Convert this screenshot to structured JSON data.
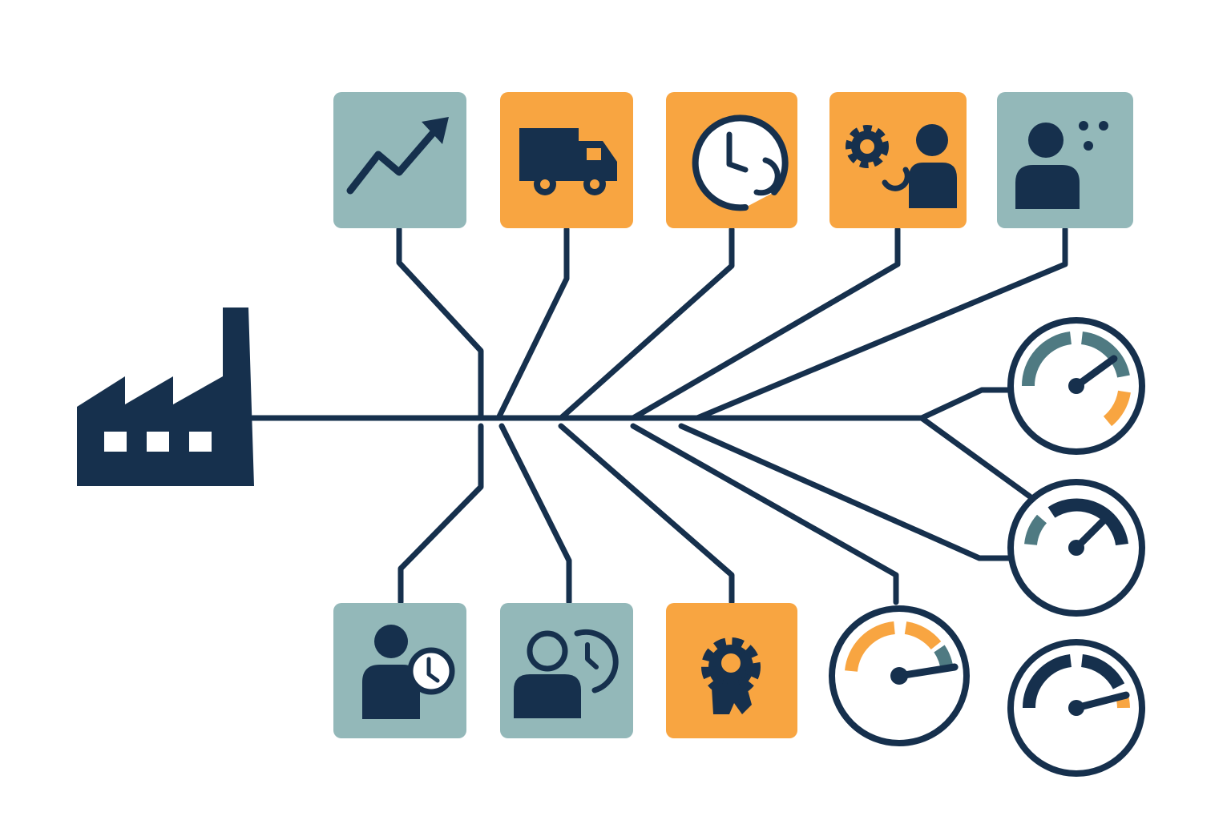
{
  "colors": {
    "navy": "#16304d",
    "orange": "#f8a541",
    "sage": "#93b8b9",
    "slate": "#4f7a82",
    "white": "#ffffff"
  },
  "hub": {
    "icon": "factory-icon"
  },
  "top_tiles": [
    {
      "icon": "trend-up-arrow-icon",
      "tint": "sage"
    },
    {
      "icon": "delivery-truck-icon",
      "tint": "orange"
    },
    {
      "icon": "clock-cycle-icon",
      "tint": "orange"
    },
    {
      "icon": "gear-person-icon",
      "tint": "orange"
    },
    {
      "icon": "person-dots-icon",
      "tint": "sage"
    }
  ],
  "bottom_tiles": [
    {
      "icon": "person-clock-icon",
      "tint": "sage"
    },
    {
      "icon": "team-history-icon",
      "tint": "sage"
    },
    {
      "icon": "gear-icon",
      "tint": "orange"
    }
  ],
  "gauges": [
    {
      "icon": "speed-gauge-icon",
      "needle_level": 0.8,
      "accent": "orange"
    },
    {
      "icon": "speed-gauge-icon",
      "needle_level": 0.75,
      "accent": "slate"
    },
    {
      "icon": "speed-gauge-icon",
      "needle_level": 0.92,
      "accent": "slate"
    },
    {
      "icon": "speed-gauge-icon",
      "needle_level": 0.95,
      "accent": "orange"
    }
  ]
}
